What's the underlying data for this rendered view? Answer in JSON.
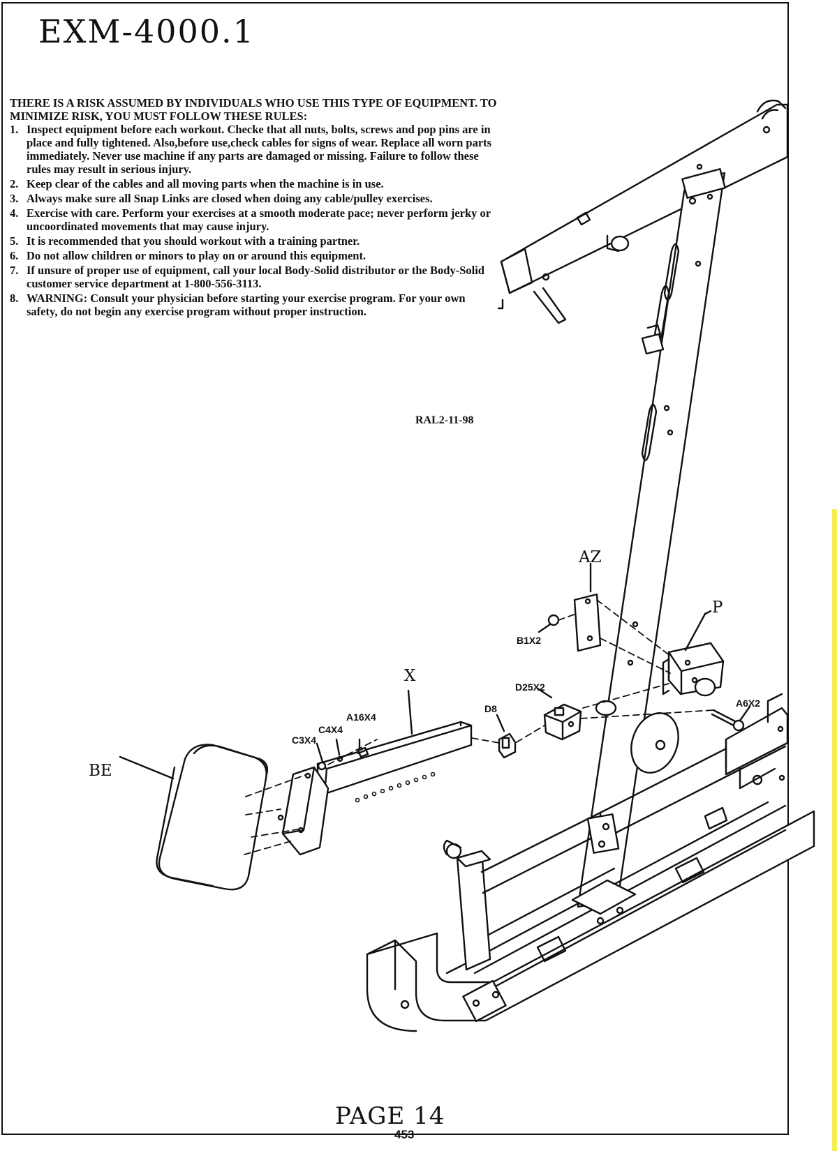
{
  "document": {
    "title": "EXM-4000.1",
    "warning": {
      "intro": "THERE IS A RISK ASSUMED BY INDIVIDUALS WHO USE THIS TYPE OF EQUIPMENT. TO MINIMIZE RISK, YOU MUST FOLLOW THESE RULES:",
      "rules": [
        {
          "num": "1.",
          "text": "Inspect equipment before each workout. Checke that all nuts, bolts, screws and pop pins are in place and fully tightened. Also,before use,check cables for signs of wear. Replace all worn parts immediately. Never use machine if any parts are damaged or missing. Failure to follow these rules may result in serious injury."
        },
        {
          "num": "2.",
          "text": "Keep clear of the cables and all moving parts when the machine is in use."
        },
        {
          "num": "3.",
          "text": "Always make sure all Snap Links are closed when doing any cable/pulley exercises."
        },
        {
          "num": "4.",
          "text": "Exercise with care. Perform your exercises at a smooth moderate pace; never perform jerky or uncoordinated movements that may cause injury."
        },
        {
          "num": "5.",
          "text": "It is recommended that you should workout with a training partner."
        },
        {
          "num": "6.",
          "text": "Do not allow children or minors to play on or around this equipment."
        },
        {
          "num": "7.",
          "text": "If unsure of proper use of equipment, call your local Body-Solid distributor or the Body-Solid customer service department at 1-800-556-3113."
        },
        {
          "num": "8.",
          "text": "WARNING: Consult your physician before starting your exercise program. For your own safety, do not begin any exercise program without proper instruction."
        }
      ],
      "revision": "RAL2-11-98"
    },
    "footer": {
      "page_label": "PAGE 14",
      "page_sub": "453"
    }
  },
  "diagram": {
    "part_labels": {
      "az": "AZ",
      "p": "P",
      "b1": "B1X2",
      "d25": "D25X2",
      "a6": "A6X2",
      "d8": "D8",
      "x": "X",
      "a16": "A16X4",
      "c4": "C4X4",
      "c3": "C3X4",
      "be": "BE"
    }
  }
}
